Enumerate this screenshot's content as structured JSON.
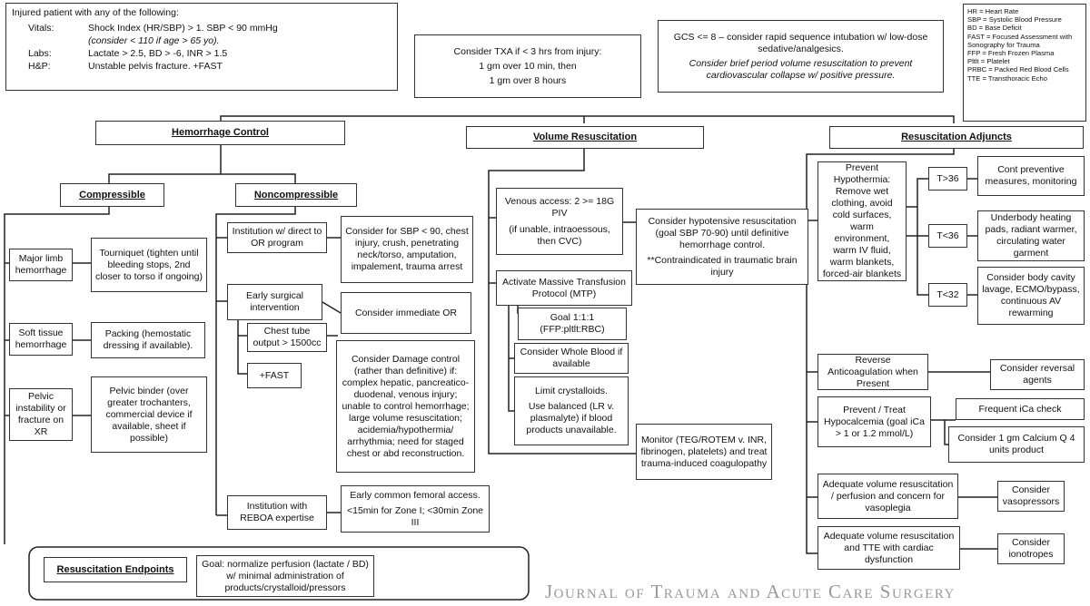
{
  "trigger": {
    "title": "Injured patient with any of the following:",
    "rows": [
      {
        "label": "Vitals:",
        "value": "Shock Index (HR/SBP) > 1. SBP < 90 mmHg"
      },
      {
        "label": "",
        "value": "(consider < 110 if age > 65 yo)."
      },
      {
        "label": "Labs:",
        "value": "Lactate > 2.5, BD > -6, INR > 1.5"
      },
      {
        "label": "H&P:",
        "value": "Unstable pelvis fracture. +FAST"
      }
    ]
  },
  "txa": [
    "Consider TXA if < 3 hrs from injury:",
    "1 gm over 10 min, then",
    "1 gm over 8 hours"
  ],
  "gcs": {
    "line": "GCS <= 8 – consider rapid sequence intubation w/ low-dose sedative/analgesics.",
    "italic": "Consider brief period volume resuscitation to prevent cardiovascular collapse w/ positive pressure."
  },
  "legend": [
    "HR = Heart Rate",
    "SBP = Systolic Blood Pressure",
    "BD = Base Deficit",
    "FAST = Focused Assessment with Sonography for Trauma",
    "FFP = Fresh Frozen Plasma",
    "Pltlt = Platelet",
    "PRBC = Packed Red Blood Cells",
    "TTE = Transthoracic Echo"
  ],
  "hemorrhage": {
    "title": "Hemorrhage Control",
    "compressible": {
      "title": "Compressible",
      "rows": [
        {
          "cond": "Major limb hemorrhage",
          "action": "Tourniquet (tighten until bleeding stops, 2nd closer to torso if ongoing)"
        },
        {
          "cond": "Soft tissue hemorrhage",
          "action": "Packing (hemostatic dressing if available)."
        },
        {
          "cond": "Pelvic instability or fracture on XR",
          "action": "Pelvic binder (over greater trochanters, commercial device if available, sheet if possible)"
        }
      ]
    },
    "noncompressible": {
      "title": "Noncompressible",
      "or_program": "Institution w/ direct to OR program",
      "or_criteria": "Consider for SBP < 90, chest injury, crush, penetrating neck/torso, amputation, impalement, trauma arrest",
      "early_surgical": "Early surgical intervention",
      "immediate_or": "Consider immediate OR",
      "chest_tube": "Chest tube output > 1500cc",
      "fast": "+FAST",
      "damage_control": "Consider Damage control (rather than definitive) if: complex hepatic, pancreatico-duodenal, venous injury; unable to control hemorrhage; large volume resuscitation; acidemia/hypothermia/ arrhythmia; need for staged chest or abd reconstruction.",
      "reboa": "Institution with REBOA expertise",
      "femoral": "Early common femoral access.",
      "zones": "<15min for Zone I; <30min Zone III"
    }
  },
  "volume": {
    "title": "Volume Resuscitation",
    "access": "Venous access: 2 >= 18G PIV",
    "access_alt": "(if unable, intraoessous, then CVC)",
    "hypotensive": "Consider hypotensive resuscitation (goal SBP 70-90) until definitive hemorrhage control.",
    "contra": "**Contraindicated in traumatic brain injury",
    "mtp": "Activate Massive Transfusion Protocol (MTP)",
    "goal": "Goal 1:1:1",
    "goal_sub": "(FFP:pltlt:RBC)",
    "whole_blood": "Consider Whole Blood if available",
    "crystalloids": "Limit crystalloids.",
    "balanced": "Use balanced (LR v. plasmalyte) if blood products unavailable.",
    "monitor": "Monitor (TEG/ROTEM v. INR, fibrinogen, platelets) and treat trauma-induced coagulopathy"
  },
  "adjuncts": {
    "title": "Resuscitation Adjuncts",
    "hypothermia": "Prevent Hypothermia: Remove wet clothing, avoid cold surfaces, warm environment, warm IV fluid, warm blankets, forced-air blankets",
    "temps": [
      {
        "t": "T>36",
        "action": "Cont preventive measures, monitoring"
      },
      {
        "t": "T<36",
        "action": "Underbody heating pads, radiant warmer, circulating water garment"
      },
      {
        "t": "T<32",
        "action": "Consider body cavity lavage, ECMO/bypass, continuous AV rewarming"
      }
    ],
    "anticoag": "Reverse Anticoagulation when Present",
    "reversal": "Consider reversal agents",
    "hypocalcemia": "Prevent / Treat Hypocalcemia (goal iCa > 1 or 1.2 mmol/L)",
    "ica_check": "Frequent iCa check",
    "calcium": "Consider 1 gm Calcium Q 4 units product",
    "vasoplegia": "Adequate volume resuscitation / perfusion and concern for vasoplegia",
    "vasopressors": "Consider vasopressors",
    "cardiac": "Adequate volume resuscitation and TTE with cardiac dysfunction",
    "ionotropes": "Consider ionotropes"
  },
  "endpoints": {
    "title": "Resuscitation Endpoints",
    "goal": "Goal: normalize perfusion (lactate / BD) w/ minimal administration of products/crystalloid/pressors"
  },
  "journal": "Journal of Trauma and Acute Care Surgery"
}
